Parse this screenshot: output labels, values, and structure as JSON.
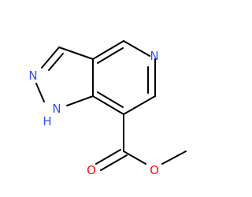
{
  "colors": {
    "bond": "#000000",
    "nitrogen": "#3050f8",
    "oxygen": "#ff0d0d",
    "background": "#ffffff"
  },
  "atoms": {
    "n_pyridine": "N",
    "n_pyrazole": "N",
    "nh_pyrazole": "N",
    "nh_hydrogen": "H",
    "o_carbonyl": "O",
    "o_ester": "O"
  }
}
